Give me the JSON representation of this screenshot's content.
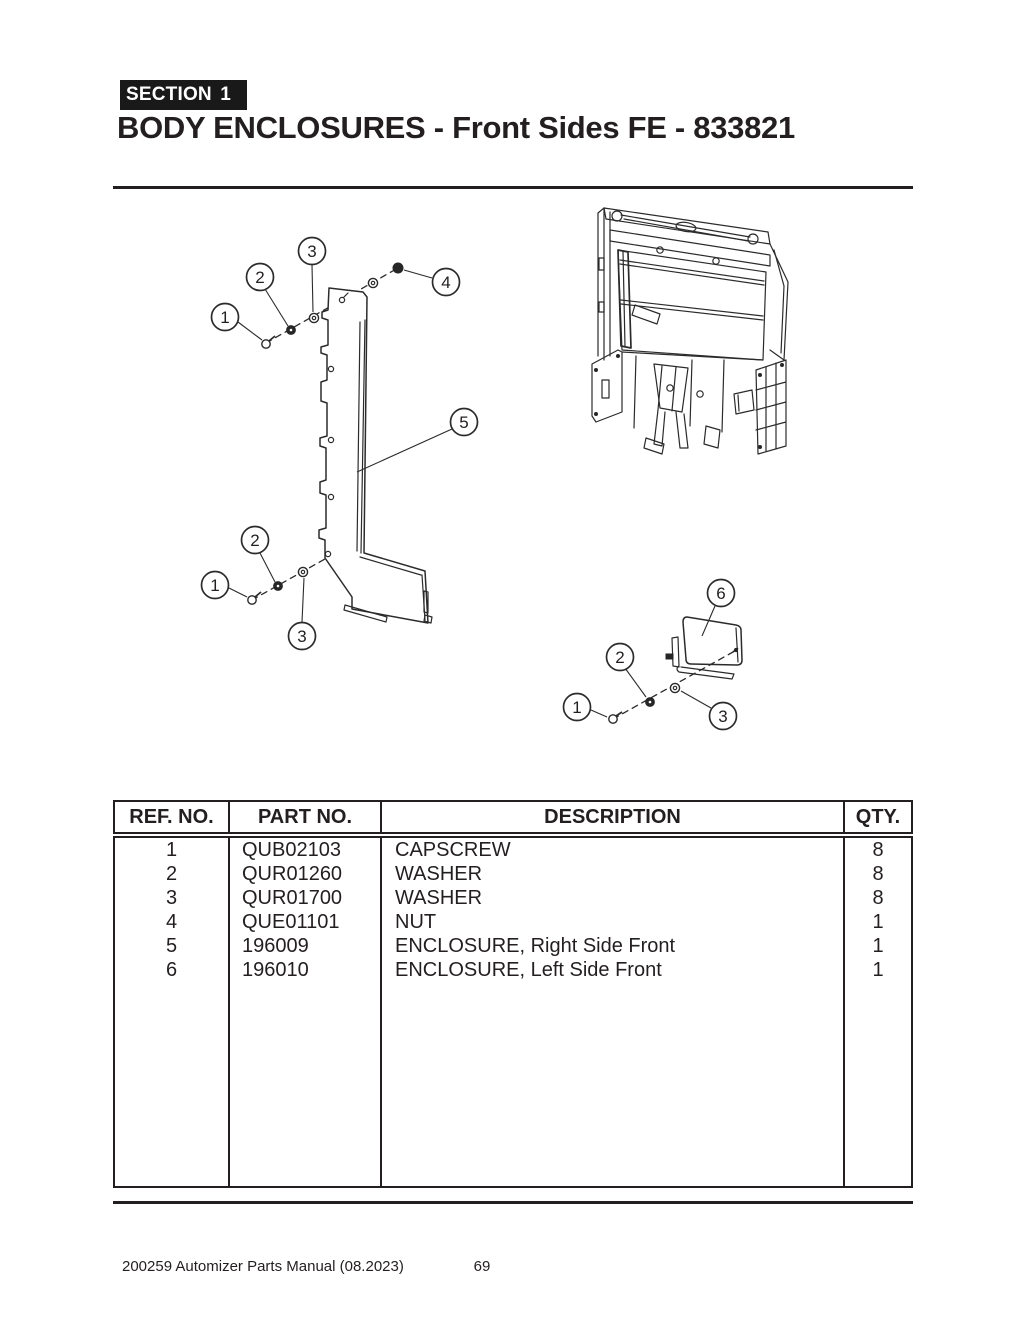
{
  "header": {
    "section_label": "SECTION",
    "section_number": "1",
    "title": "BODY ENCLOSURES - Front Sides FE - 833821"
  },
  "diagrams": {
    "right_side_assembly": {
      "description": "Exploded view of right side front enclosure with fasteners",
      "callouts": [
        "1",
        "2",
        "3",
        "4",
        "5",
        "2",
        "1",
        "3"
      ]
    },
    "machine_overview": {
      "description": "Machine front overview line drawing"
    },
    "left_side_assembly": {
      "description": "Exploded view of left side front enclosure with fasteners",
      "callouts": [
        "6",
        "2",
        "1",
        "3"
      ]
    }
  },
  "parts_table": {
    "headers": [
      "REF. NO.",
      "PART NO.",
      "DESCRIPTION",
      "QTY."
    ],
    "rows": [
      {
        "ref": "1",
        "part": "QUB02103",
        "desc": "CAPSCREW",
        "qty": "8"
      },
      {
        "ref": "2",
        "part": "QUR01260",
        "desc": "WASHER",
        "qty": "8"
      },
      {
        "ref": "3",
        "part": "QUR01700",
        "desc": "WASHER",
        "qty": "8"
      },
      {
        "ref": "4",
        "part": "QUE01101",
        "desc": "NUT",
        "qty": "1"
      },
      {
        "ref": "5",
        "part": "196009",
        "desc": "ENCLOSURE, Right Side Front",
        "qty": "1"
      },
      {
        "ref": "6",
        "part": "196010",
        "desc": "ENCLOSURE, Left Side Front",
        "qty": "1"
      }
    ]
  },
  "footer": {
    "left_text": "200259 Automizer Parts Manual (08.2023)",
    "page_number": "69"
  }
}
